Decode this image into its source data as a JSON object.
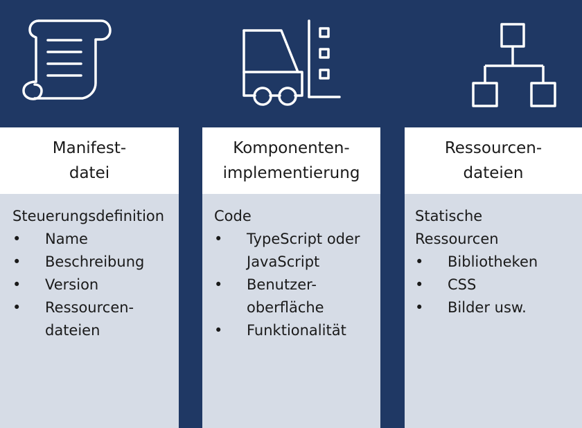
{
  "colors": {
    "banner": "#1f3864",
    "panel": "#d6dce6",
    "icon": "#ffffff"
  },
  "columns": [
    {
      "icon": "scroll-icon",
      "title_lines": [
        "Manifest-",
        "datei"
      ],
      "intro_lines": [
        "Steuerungsdefinition"
      ],
      "items": [
        [
          "Name"
        ],
        [
          "Beschreibung"
        ],
        [
          "Version"
        ],
        [
          "Ressourcen-",
          "dateien"
        ]
      ]
    },
    {
      "icon": "forklift-icon",
      "title_lines": [
        "Komponenten-",
        "implementierung"
      ],
      "intro_lines": [
        "Code"
      ],
      "items": [
        [
          "TypeScript oder",
          "JavaScript"
        ],
        [
          "Benutzer-",
          "oberfläche"
        ],
        [
          "Funktionalität"
        ]
      ]
    },
    {
      "icon": "hierarchy-icon",
      "title_lines": [
        "Ressourcen-",
        "dateien"
      ],
      "intro_lines": [
        "Statische",
        "Ressourcen"
      ],
      "items": [
        [
          "Bibliotheken"
        ],
        [
          "CSS"
        ],
        [
          "Bilder usw."
        ]
      ]
    }
  ]
}
